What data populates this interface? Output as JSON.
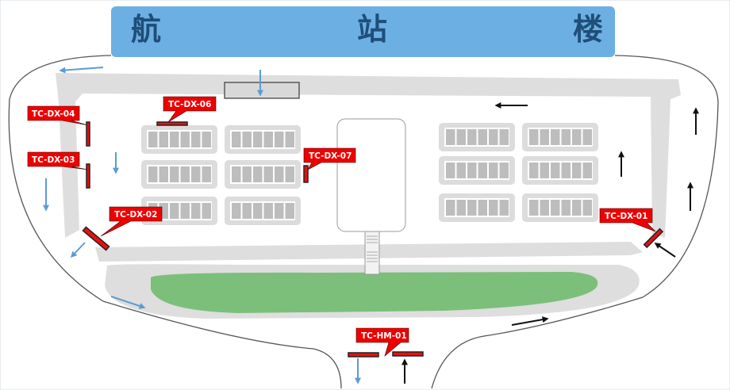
{
  "header": {
    "chars": [
      "航",
      "站",
      "楼"
    ]
  },
  "signs": [
    {
      "id": "TC-DX-01"
    },
    {
      "id": "TC-DX-02"
    },
    {
      "id": "TC-DX-03"
    },
    {
      "id": "TC-DX-04"
    },
    {
      "id": "TC-DX-06"
    },
    {
      "id": "TC-DX-07"
    },
    {
      "id": "TC-HM-01"
    }
  ],
  "colors": {
    "header": "#6cb0e3",
    "header_text": "#1f4e79",
    "sign": "#e8100f",
    "lawn": "#7bbf7b",
    "road": "#dedede",
    "arrow_blue": "#5b9bd5",
    "arrow_black": "#111111"
  }
}
